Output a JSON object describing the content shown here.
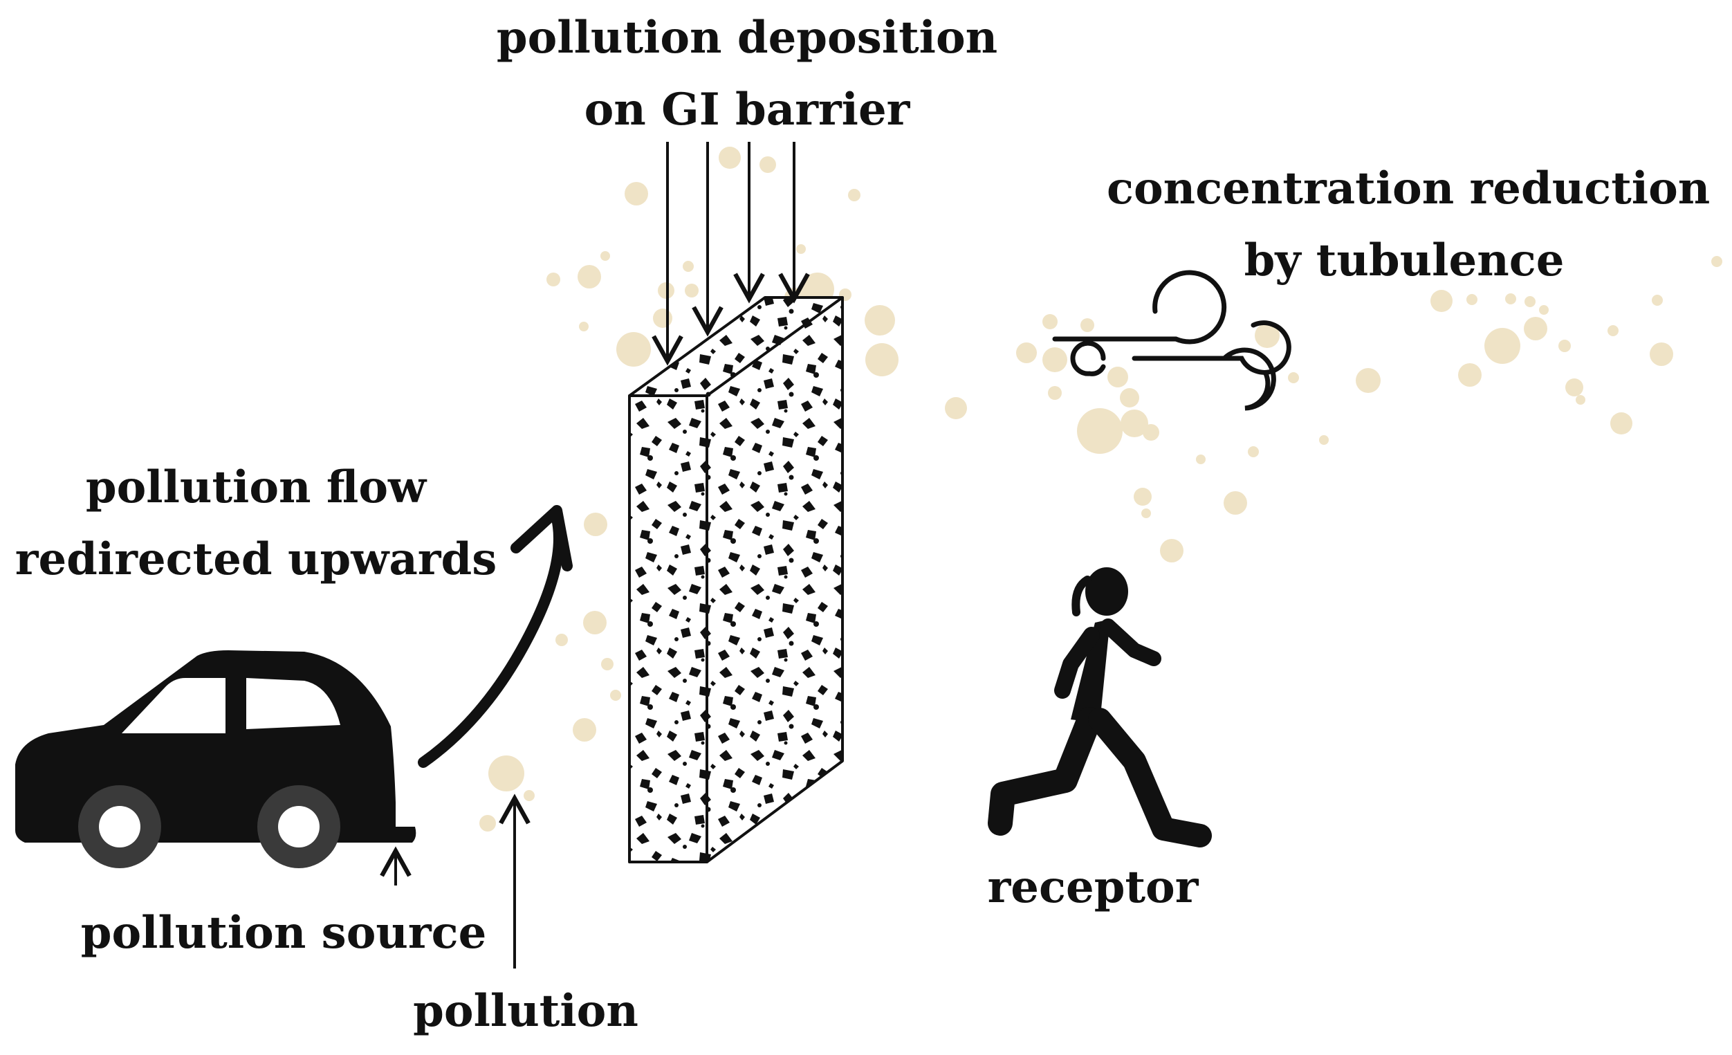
{
  "labels": {
    "deposition_line1": "pollution deposition",
    "deposition_line2": "on GI barrier",
    "turbulence_line1": "concentration reduction",
    "turbulence_line2": "by tubulence",
    "flow_line1": "pollution flow",
    "flow_line2": "redirected upwards",
    "source": "pollution source",
    "pollution": "pollution",
    "receptor": "receptor"
  },
  "icons": {
    "car": "car-icon",
    "runner": "runner-icon",
    "wind": "wind-icon",
    "barrier": "gi-barrier"
  },
  "colors": {
    "ink": "#111111",
    "particle": "#efe3c6",
    "wheel": "#3a3a3a"
  }
}
